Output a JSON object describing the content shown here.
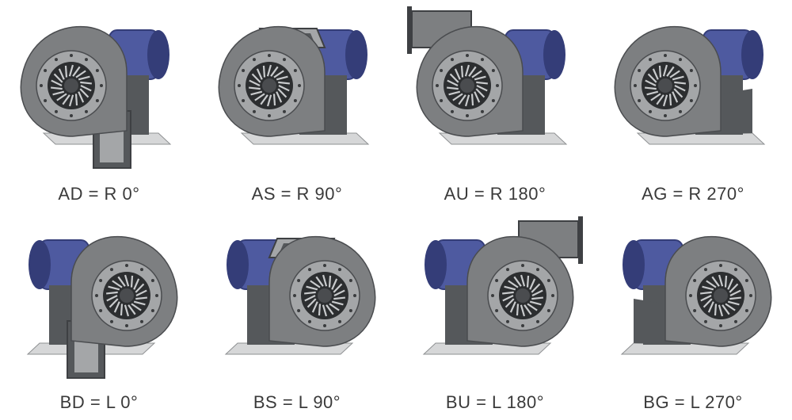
{
  "colors": {
    "housing": "#7d7f81",
    "housing_dark": "#55585b",
    "housing_light": "#a4a6a8",
    "motor": "#4e5aa0",
    "motor_dark": "#343d78",
    "inlet": "#2c2e30",
    "blades": "#c9cbcd",
    "base": "#d6d7d8"
  },
  "fans": [
    {
      "label": "AD = R 0°",
      "hand": "R",
      "outlet": "down"
    },
    {
      "label": "AS = R 90°",
      "hand": "R",
      "outlet": "top-back"
    },
    {
      "label": "AU = R 180°",
      "hand": "R",
      "outlet": "up"
    },
    {
      "label": "AG = R 270°",
      "hand": "R",
      "outlet": "rear"
    },
    {
      "label": "BD = L 0°",
      "hand": "L",
      "outlet": "down"
    },
    {
      "label": "BS = L 90°",
      "hand": "L",
      "outlet": "top-back"
    },
    {
      "label": "BU = L 180°",
      "hand": "L",
      "outlet": "up"
    },
    {
      "label": "BG = L 270°",
      "hand": "L",
      "outlet": "rear"
    }
  ]
}
